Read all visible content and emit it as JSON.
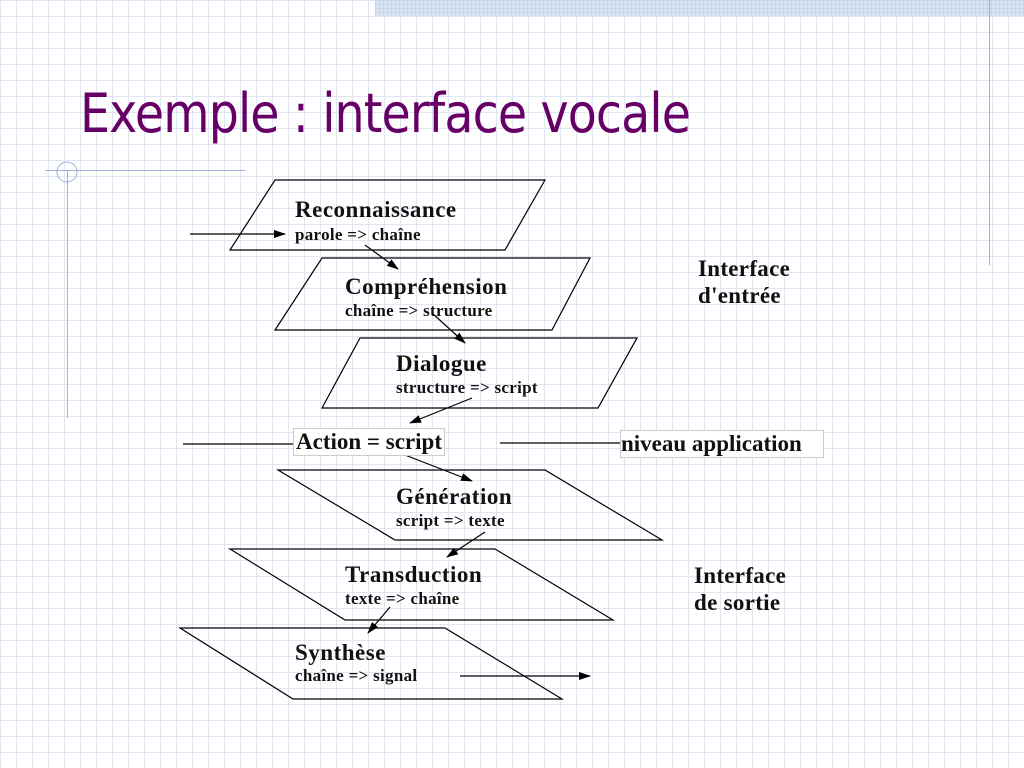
{
  "slide": {
    "title": "Exemple : interface vocale"
  },
  "diagram": {
    "steps": [
      {
        "title": "Reconnaissance",
        "subtitle": "parole => chaîne"
      },
      {
        "title": "Compréhension",
        "subtitle": "chaîne => structure"
      },
      {
        "title": "Dialogue",
        "subtitle": "structure => script"
      },
      {
        "title": "Génération",
        "subtitle": "script => texte"
      },
      {
        "title": "Transduction",
        "subtitle": "texte => chaîne"
      },
      {
        "title": "Synthèse",
        "subtitle": "chaîne => signal"
      }
    ],
    "action": "Action = script",
    "niveau": "niveau application",
    "input_label": {
      "line1": "Interface",
      "line2": "d'entrée"
    },
    "output_label": {
      "line1": "Interface",
      "line2": "de sortie"
    }
  }
}
